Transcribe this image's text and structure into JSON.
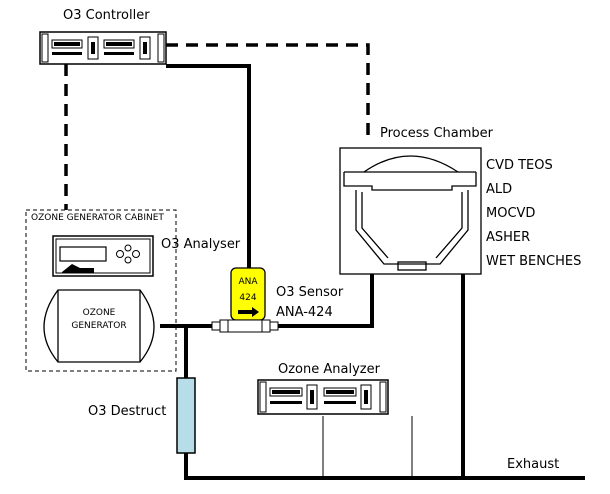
{
  "labels": {
    "o3_controller": "O3 Controller",
    "process_chamber": "Process Chamber",
    "cabinet": "OZONE GENERATOR CABINET",
    "o3_analyser": "O3 Analyser",
    "ozone_generator_line1": "OZONE",
    "ozone_generator_line2": "GENERATOR",
    "ana_line1": "ANA",
    "ana_line2": "424",
    "o3_sensor_line1": "O3 Sensor",
    "o3_sensor_line2": "ANA-424",
    "ozone_analyzer": "Ozone Analyzer",
    "o3_destruct": "O3 Destruct",
    "exhaust": "Exhaust"
  },
  "processes": [
    "CVD TEOS",
    "ALD",
    "MOCVD",
    "ASHER",
    "WET BENCHES"
  ],
  "colors": {
    "sensor_fill": "#ffff00",
    "destruct_fill": "#b7dde8",
    "line": "#000000"
  }
}
